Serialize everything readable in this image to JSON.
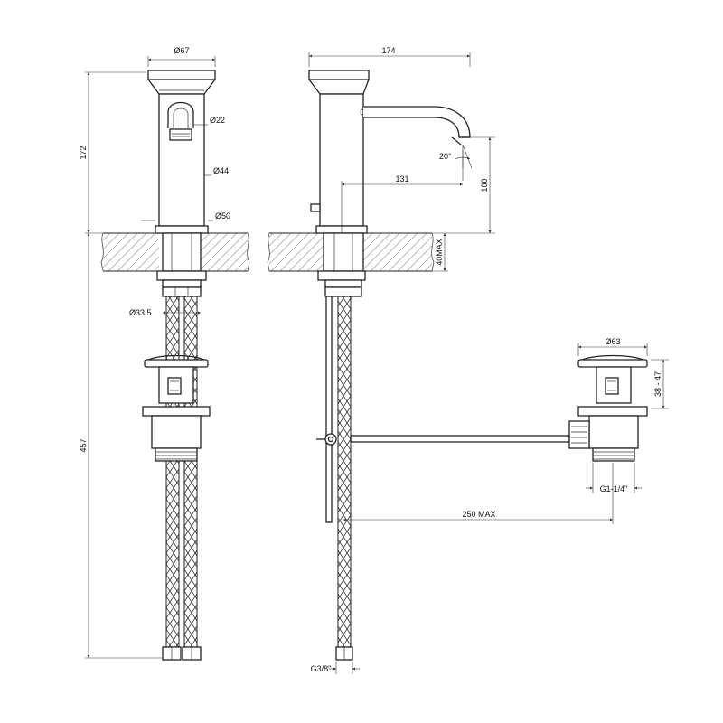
{
  "dimensions": {
    "body_diameter": "Ø67",
    "outlet_diameter": "Ø22",
    "shank_diameter": "Ø44",
    "base_diameter": "Ø50",
    "hole_diameter": "Ø33.5",
    "waste_head_diameter": "Ø63",
    "total_width": "174",
    "spout_projection": "131",
    "spout_angle": "20°",
    "spout_height": "100",
    "tap_height": "172",
    "max_deck_thickness": "40MAX",
    "overall_height": "457",
    "waste_stroke": "38 - 47",
    "waste_thread": "G1-1/4\"",
    "rod_length": "250 MAX",
    "hose_thread": "G3/8\""
  }
}
